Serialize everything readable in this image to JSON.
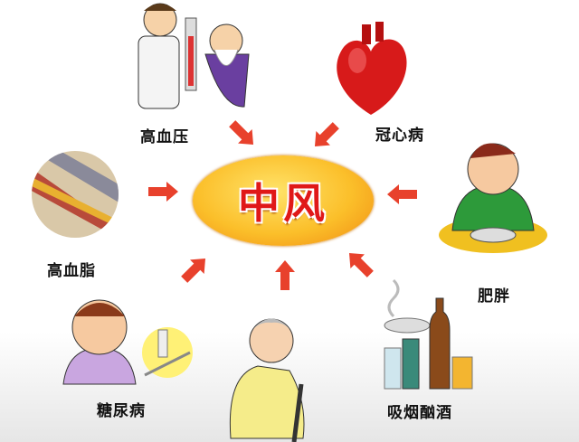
{
  "center": {
    "title": "中风"
  },
  "factors": [
    {
      "label": "高血压",
      "icon": "doctor-and-elderly-patient"
    },
    {
      "label": "冠心病",
      "icon": "heart"
    },
    {
      "label": "高血脂",
      "icon": "clogged-artery"
    },
    {
      "label": "肥胖",
      "icon": "overweight-man-eating"
    },
    {
      "label": "糖尿病",
      "icon": "sick-child-with-syringe"
    },
    {
      "label": "吸烟酗酒",
      "icon": "cigarettes-and-alcohol"
    }
  ],
  "extra_icon": "elderly-woman-with-cane",
  "colors": {
    "arrow": "#e8412c",
    "center_fill": "#fbbf2a",
    "center_text": "#e01818"
  }
}
